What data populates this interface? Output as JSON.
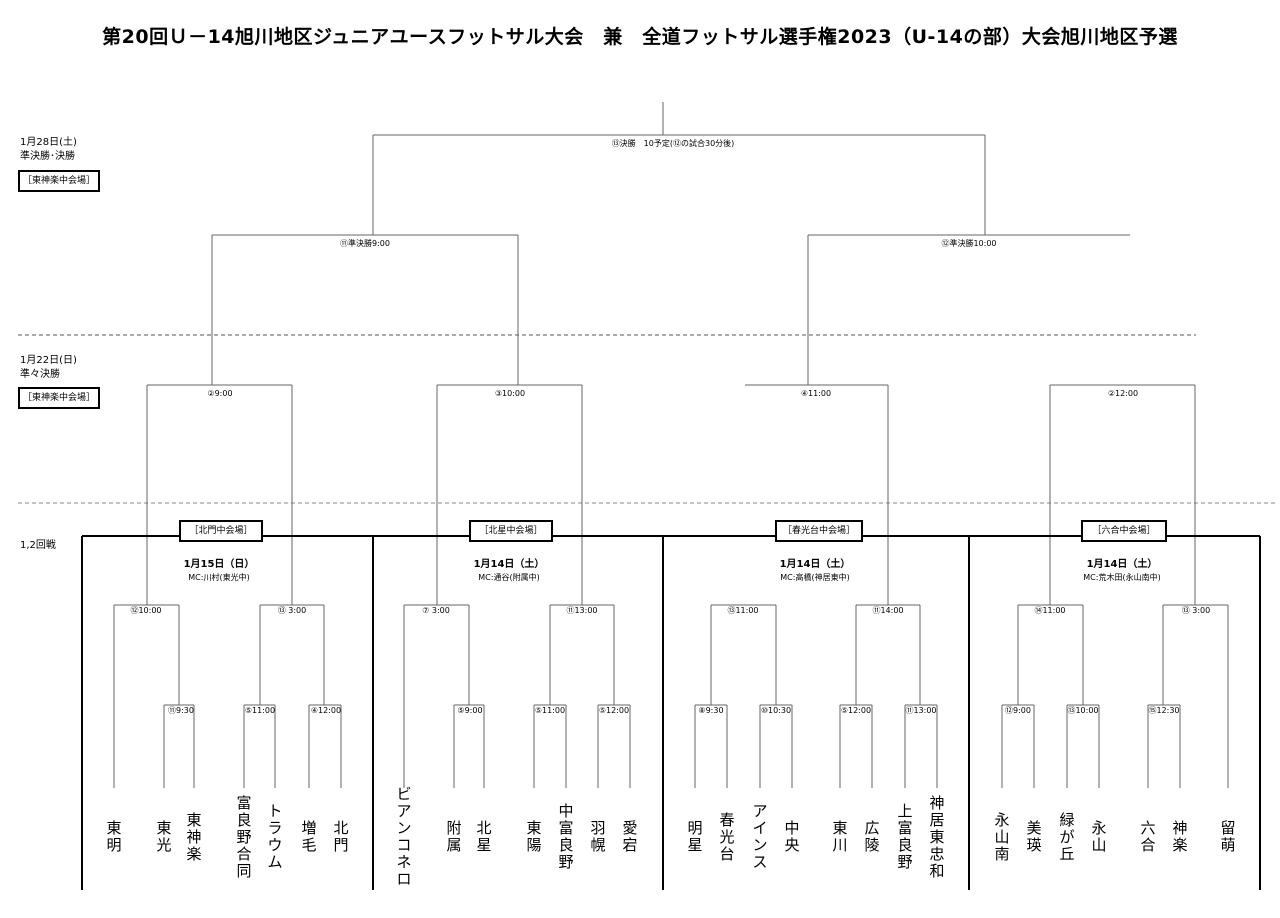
{
  "title": "第20回Ｕ－14旭川地区ジュニアユースフットサル大会　兼　全道フットサル選手権2023（U-14の部）大会旭川地区予選",
  "rounds": {
    "final_round": {
      "date": "1月28日(土)",
      "name": "準決勝･決勝",
      "venue": "［東神楽中会場］"
    },
    "qf_round": {
      "date": "1月22日(日)",
      "name": "準々決勝",
      "venue": "［東神楽中会場］"
    },
    "first_round": {
      "name": "1,2回戦"
    }
  },
  "final": {
    "label": "⑬決勝　10予定(⑫の試合30分後)"
  },
  "semis": [
    {
      "label": "⑪準決勝9:00"
    },
    {
      "label": "⑫準決勝10:00"
    }
  ],
  "quarters": [
    {
      "label": "②9:00"
    },
    {
      "label": "③10:00"
    },
    {
      "label": "④11:00"
    },
    {
      "label": "②12:00"
    }
  ],
  "venues": [
    {
      "name": "［北門中会場］",
      "date": "1月15日（日）",
      "mc": "MC:川村(東光中)",
      "r2": [
        "⑫10:00",
        "⑬ 3:00"
      ],
      "r1": [
        "⑪9:30",
        "⑤11:00",
        "④12:00"
      ],
      "teams": [
        "東明",
        "東光",
        "東神楽",
        "富良野合同",
        "トラウム",
        "増毛",
        "北門"
      ]
    },
    {
      "name": "［北星中会場］",
      "date": "1月14日（土）",
      "mc": "MC:通谷(附属中)",
      "r2": [
        "⑦ 3:00",
        "⑪13:00"
      ],
      "r1": [
        "⑤9:00",
        "⑤11:00",
        "⑤12:00"
      ],
      "teams": [
        "ビアンコネロ",
        "附属",
        "北星",
        "東陽",
        "中富良野",
        "羽幌",
        "愛宕"
      ]
    },
    {
      "name": "［春光台中会場］",
      "date": "1月14日（土）",
      "mc": "MC:高橋(神居東中)",
      "r2": [
        "⑬11:00",
        "⑪14:00"
      ],
      "r1": [
        "⑧9:30",
        "⑩10:30",
        "⑤12:00",
        "⑪13:00"
      ],
      "teams": [
        "明星",
        "春光台",
        "アインス",
        "中央",
        "東川",
        "広陵",
        "上富良野",
        "神居東忠和"
      ]
    },
    {
      "name": "［六合中会場］",
      "date": "1月14日（土）",
      "mc": "MC:荒木田(永山南中)",
      "r2": [
        "⑭11:00",
        "⑬ 3:00"
      ],
      "r1": [
        "⑫9:00",
        "⑬10:00",
        "⑮12:30"
      ],
      "teams": [
        "永山南",
        "美瑛",
        "緑が丘",
        "永山",
        "六合",
        "神楽",
        "留萌"
      ]
    }
  ]
}
